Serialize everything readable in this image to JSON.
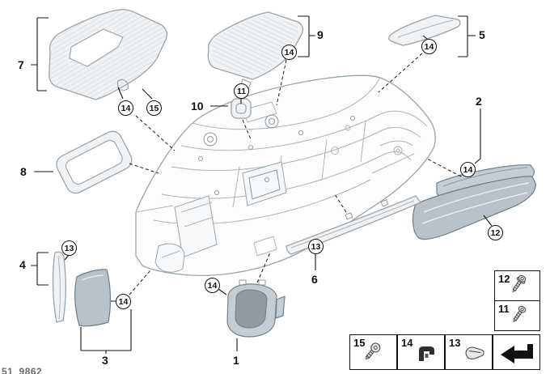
{
  "diagram": {
    "code": "51_9862",
    "labels": {
      "1": "1",
      "2": "2",
      "3": "3",
      "4": "4",
      "5": "5",
      "6": "6",
      "7": "7",
      "8": "8",
      "9": "9",
      "10": "10"
    },
    "circles": {
      "11": "11",
      "12": "12",
      "13": "13",
      "14": "14",
      "15": "15"
    }
  },
  "legend": {
    "items": {
      "screw12": "12",
      "screw11": "11",
      "screw15": "15",
      "clip14": "14",
      "clip13": "13"
    }
  }
}
